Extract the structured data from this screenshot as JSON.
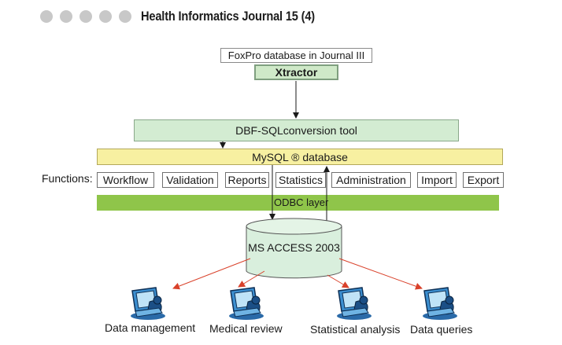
{
  "header": {
    "title": "Health Informatics Journal 15 (4)"
  },
  "diagram": {
    "source_label": "FoxPro database in Journal III",
    "xtractor_label": "Xtractor",
    "conversion_label": "DBF-SQLconversion tool",
    "mysql_label": "MySQL ® database",
    "functions_label": "Functions:",
    "functions": [
      "Workflow",
      "Validation",
      "Reports",
      "Statistics",
      "Administration",
      "Import",
      "Export"
    ],
    "odbc_label": "ODBC layer",
    "access_label": "MS ACCESS 2003",
    "clients": [
      "Data management",
      "Medical review",
      "Statistical analysis",
      "Data queries"
    ],
    "colors": {
      "green_light": "#d3ecd2",
      "yellow": "#f7f0a1",
      "green_bar": "#8fc54a",
      "cylinder": "#d9efdd",
      "arrow_red": "#d9412a",
      "workstation_blue": "#3c8fd0"
    }
  }
}
